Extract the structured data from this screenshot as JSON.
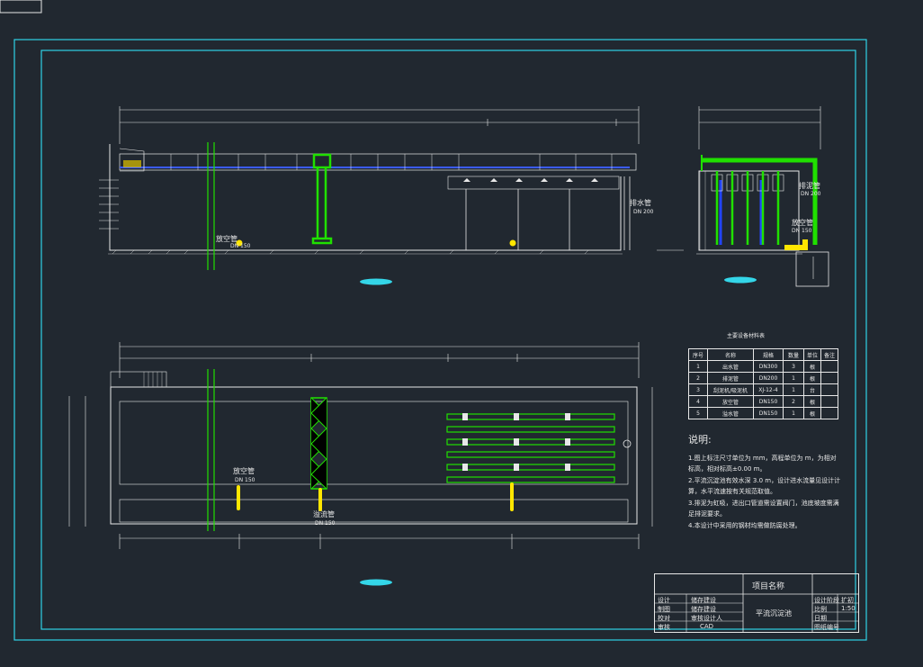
{
  "drawing": {
    "title_block": {
      "project_label": "项目名称",
      "drawing_name": "平流沉淀池",
      "rows_left": [
        {
          "role": "设计",
          "value": "储存建设"
        },
        {
          "role": "制图",
          "value": "储存建设"
        },
        {
          "role": "校对",
          "value": "审核设计人"
        },
        {
          "role": "审核",
          "value": "CAD"
        }
      ],
      "rows_right": [
        {
          "label": "设计阶段",
          "value": "扩初"
        },
        {
          "label": "比例",
          "value": "1:50"
        },
        {
          "label": "日期",
          "value": ""
        },
        {
          "label": "图纸编号",
          "value": ""
        }
      ]
    },
    "equipment_table": {
      "title": "主要设备材料表",
      "headers": [
        "序号",
        "名称",
        "规格",
        "数量",
        "单位",
        "备注"
      ],
      "rows": [
        [
          "1",
          "出水管",
          "DN300",
          "3",
          "根",
          ""
        ],
        [
          "2",
          "排泥管",
          "DN200",
          "1",
          "根",
          ""
        ],
        [
          "3",
          "刮泥机/吸泥机",
          "XJ-12-4",
          "1",
          "台",
          ""
        ],
        [
          "4",
          "放空管",
          "DN150",
          "2",
          "根",
          ""
        ],
        [
          "5",
          "溢水管",
          "DN150",
          "1",
          "根",
          ""
        ]
      ]
    },
    "notes": {
      "heading": "说明:",
      "items": [
        "1.图上标注尺寸单位为 mm，高程单位为 m，为相对标高，相对标高±0.00 m。",
        "2.平流沉淀池有效水深 3.0 m，设计进水流量见设计计算，水平流速按有关规范取值。",
        "3.排泥为虹吸，进出口管道需设置阀门，池底坡度需满足排泥要求。",
        "4.本设计中采用的钢材均需做防腐处理。"
      ]
    },
    "labels": {
      "drain_pipe": "放空管",
      "drain_pipe_dn": "DN 150",
      "overflow_pipe": "溢流管",
      "overflow_pipe_dn": "DN 150",
      "outlet_pipe": "排水管",
      "outlet_pipe_dn": "DN 200",
      "sludge_pipe": "排泥管",
      "sludge_pipe_dn": "DN 200"
    }
  }
}
